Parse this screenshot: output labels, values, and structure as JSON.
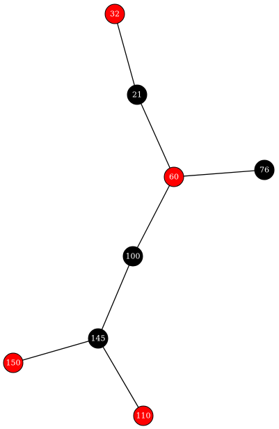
{
  "colors": {
    "red": "#ff0000",
    "black": "#000000",
    "label": "#ffffff",
    "edge": "#000000"
  },
  "nodes": [
    {
      "id": "n32",
      "label": "32",
      "color": "red"
    },
    {
      "id": "n21",
      "label": "21",
      "color": "black"
    },
    {
      "id": "n60",
      "label": "60",
      "color": "red"
    },
    {
      "id": "n76",
      "label": "76",
      "color": "black"
    },
    {
      "id": "n100",
      "label": "100",
      "color": "black"
    },
    {
      "id": "n145",
      "label": "145",
      "color": "black"
    },
    {
      "id": "n150",
      "label": "150",
      "color": "red"
    },
    {
      "id": "n110",
      "label": "110",
      "color": "red"
    }
  ],
  "edges": [
    {
      "from": "n32",
      "to": "n21"
    },
    {
      "from": "n21",
      "to": "n60"
    },
    {
      "from": "n60",
      "to": "n76"
    },
    {
      "from": "n60",
      "to": "n100"
    },
    {
      "from": "n100",
      "to": "n145"
    },
    {
      "from": "n145",
      "to": "n150"
    },
    {
      "from": "n145",
      "to": "n110"
    }
  ]
}
